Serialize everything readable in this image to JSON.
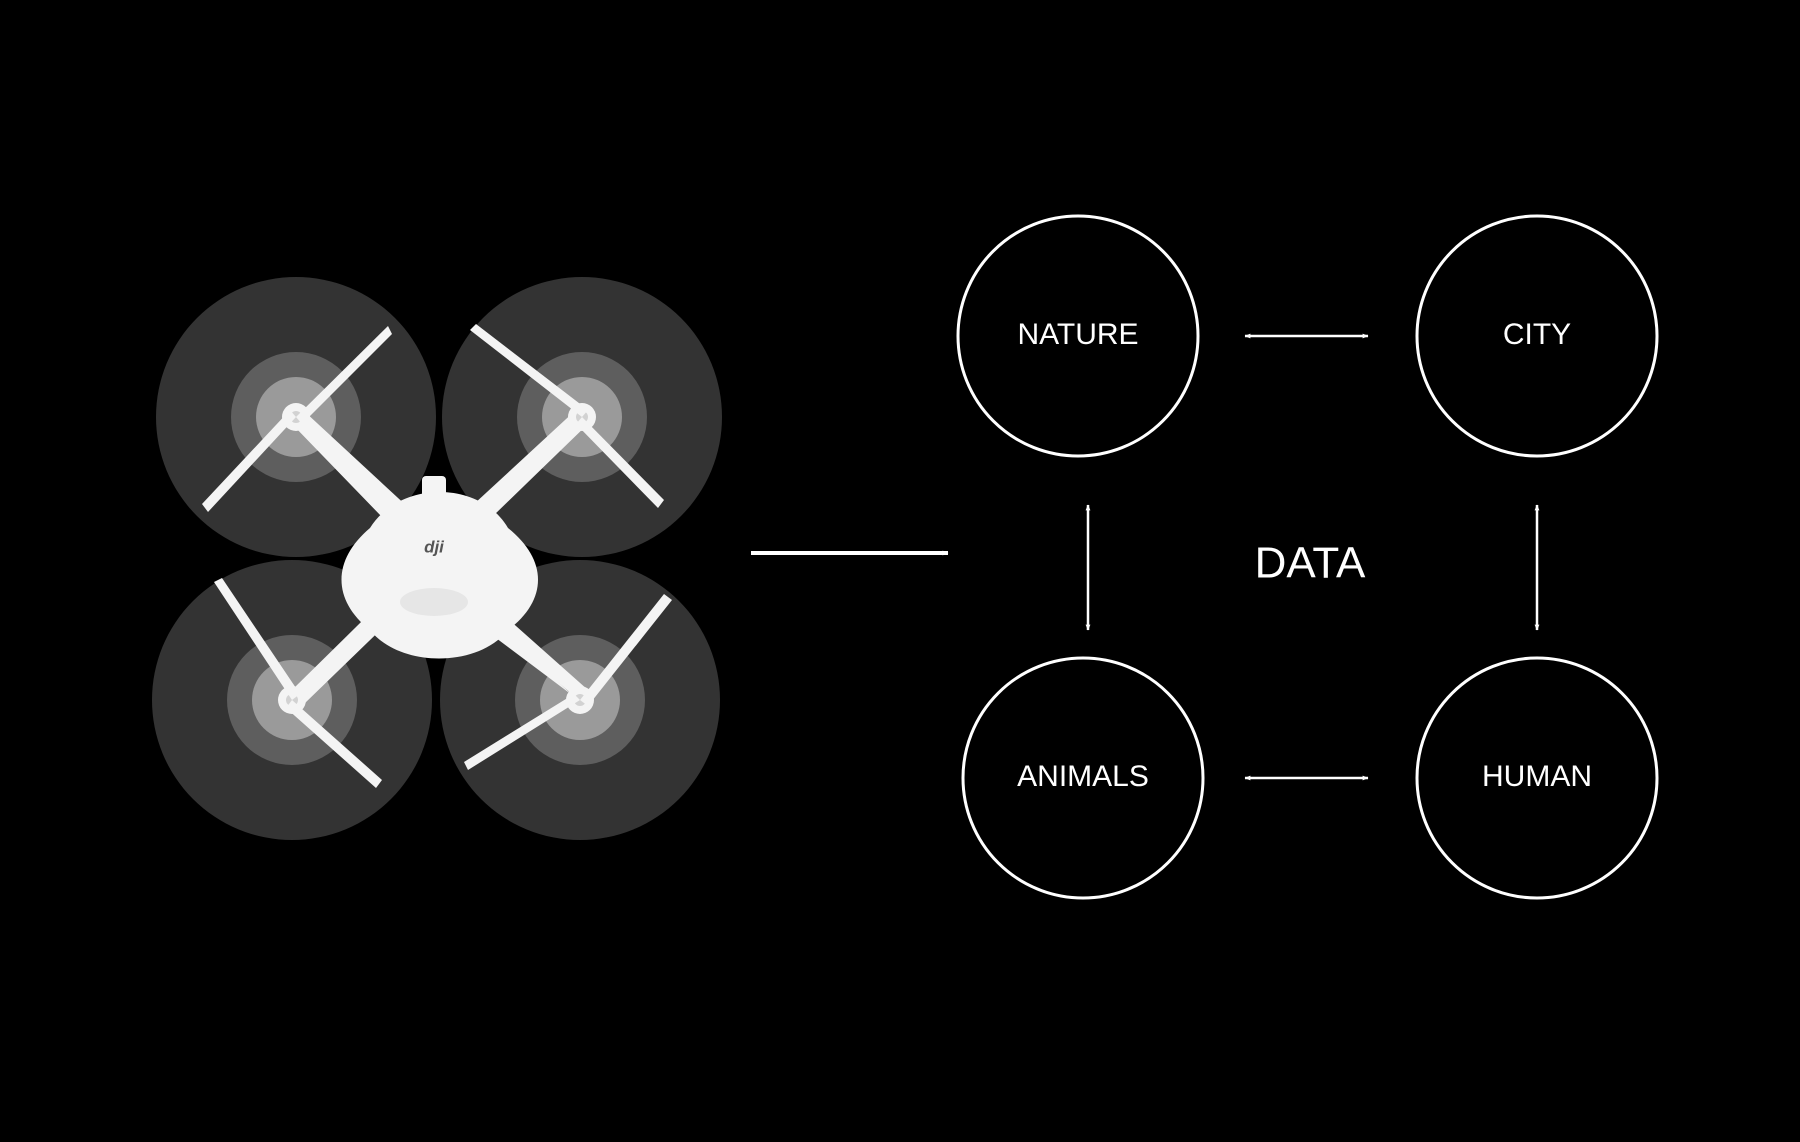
{
  "drone": {
    "icon": "quadcopter-drone-icon",
    "brand": "dji",
    "colors": {
      "body": "#f4f4f4",
      "rotor_disc": "#333333",
      "rotor_mid": "#5e5e5e",
      "rotor_inner": "#9a9a9a"
    }
  },
  "flow_arrow": {
    "icon": "right-arrow-icon"
  },
  "nodes": [
    {
      "id": "nature",
      "label": "NATURE"
    },
    {
      "id": "city",
      "label": "CITY"
    },
    {
      "id": "animals",
      "label": "ANIMALS"
    },
    {
      "id": "human",
      "label": "HUMAN"
    }
  ],
  "center_label": "DATA",
  "links": [
    {
      "from": "nature",
      "to": "city",
      "direction": "both"
    },
    {
      "from": "animals",
      "to": "human",
      "direction": "both"
    },
    {
      "from": "nature",
      "to": "animals",
      "direction": "both"
    },
    {
      "from": "city",
      "to": "human",
      "direction": "both"
    }
  ],
  "colors": {
    "background": "#000000",
    "stroke": "#ffffff",
    "text": "#ffffff"
  }
}
